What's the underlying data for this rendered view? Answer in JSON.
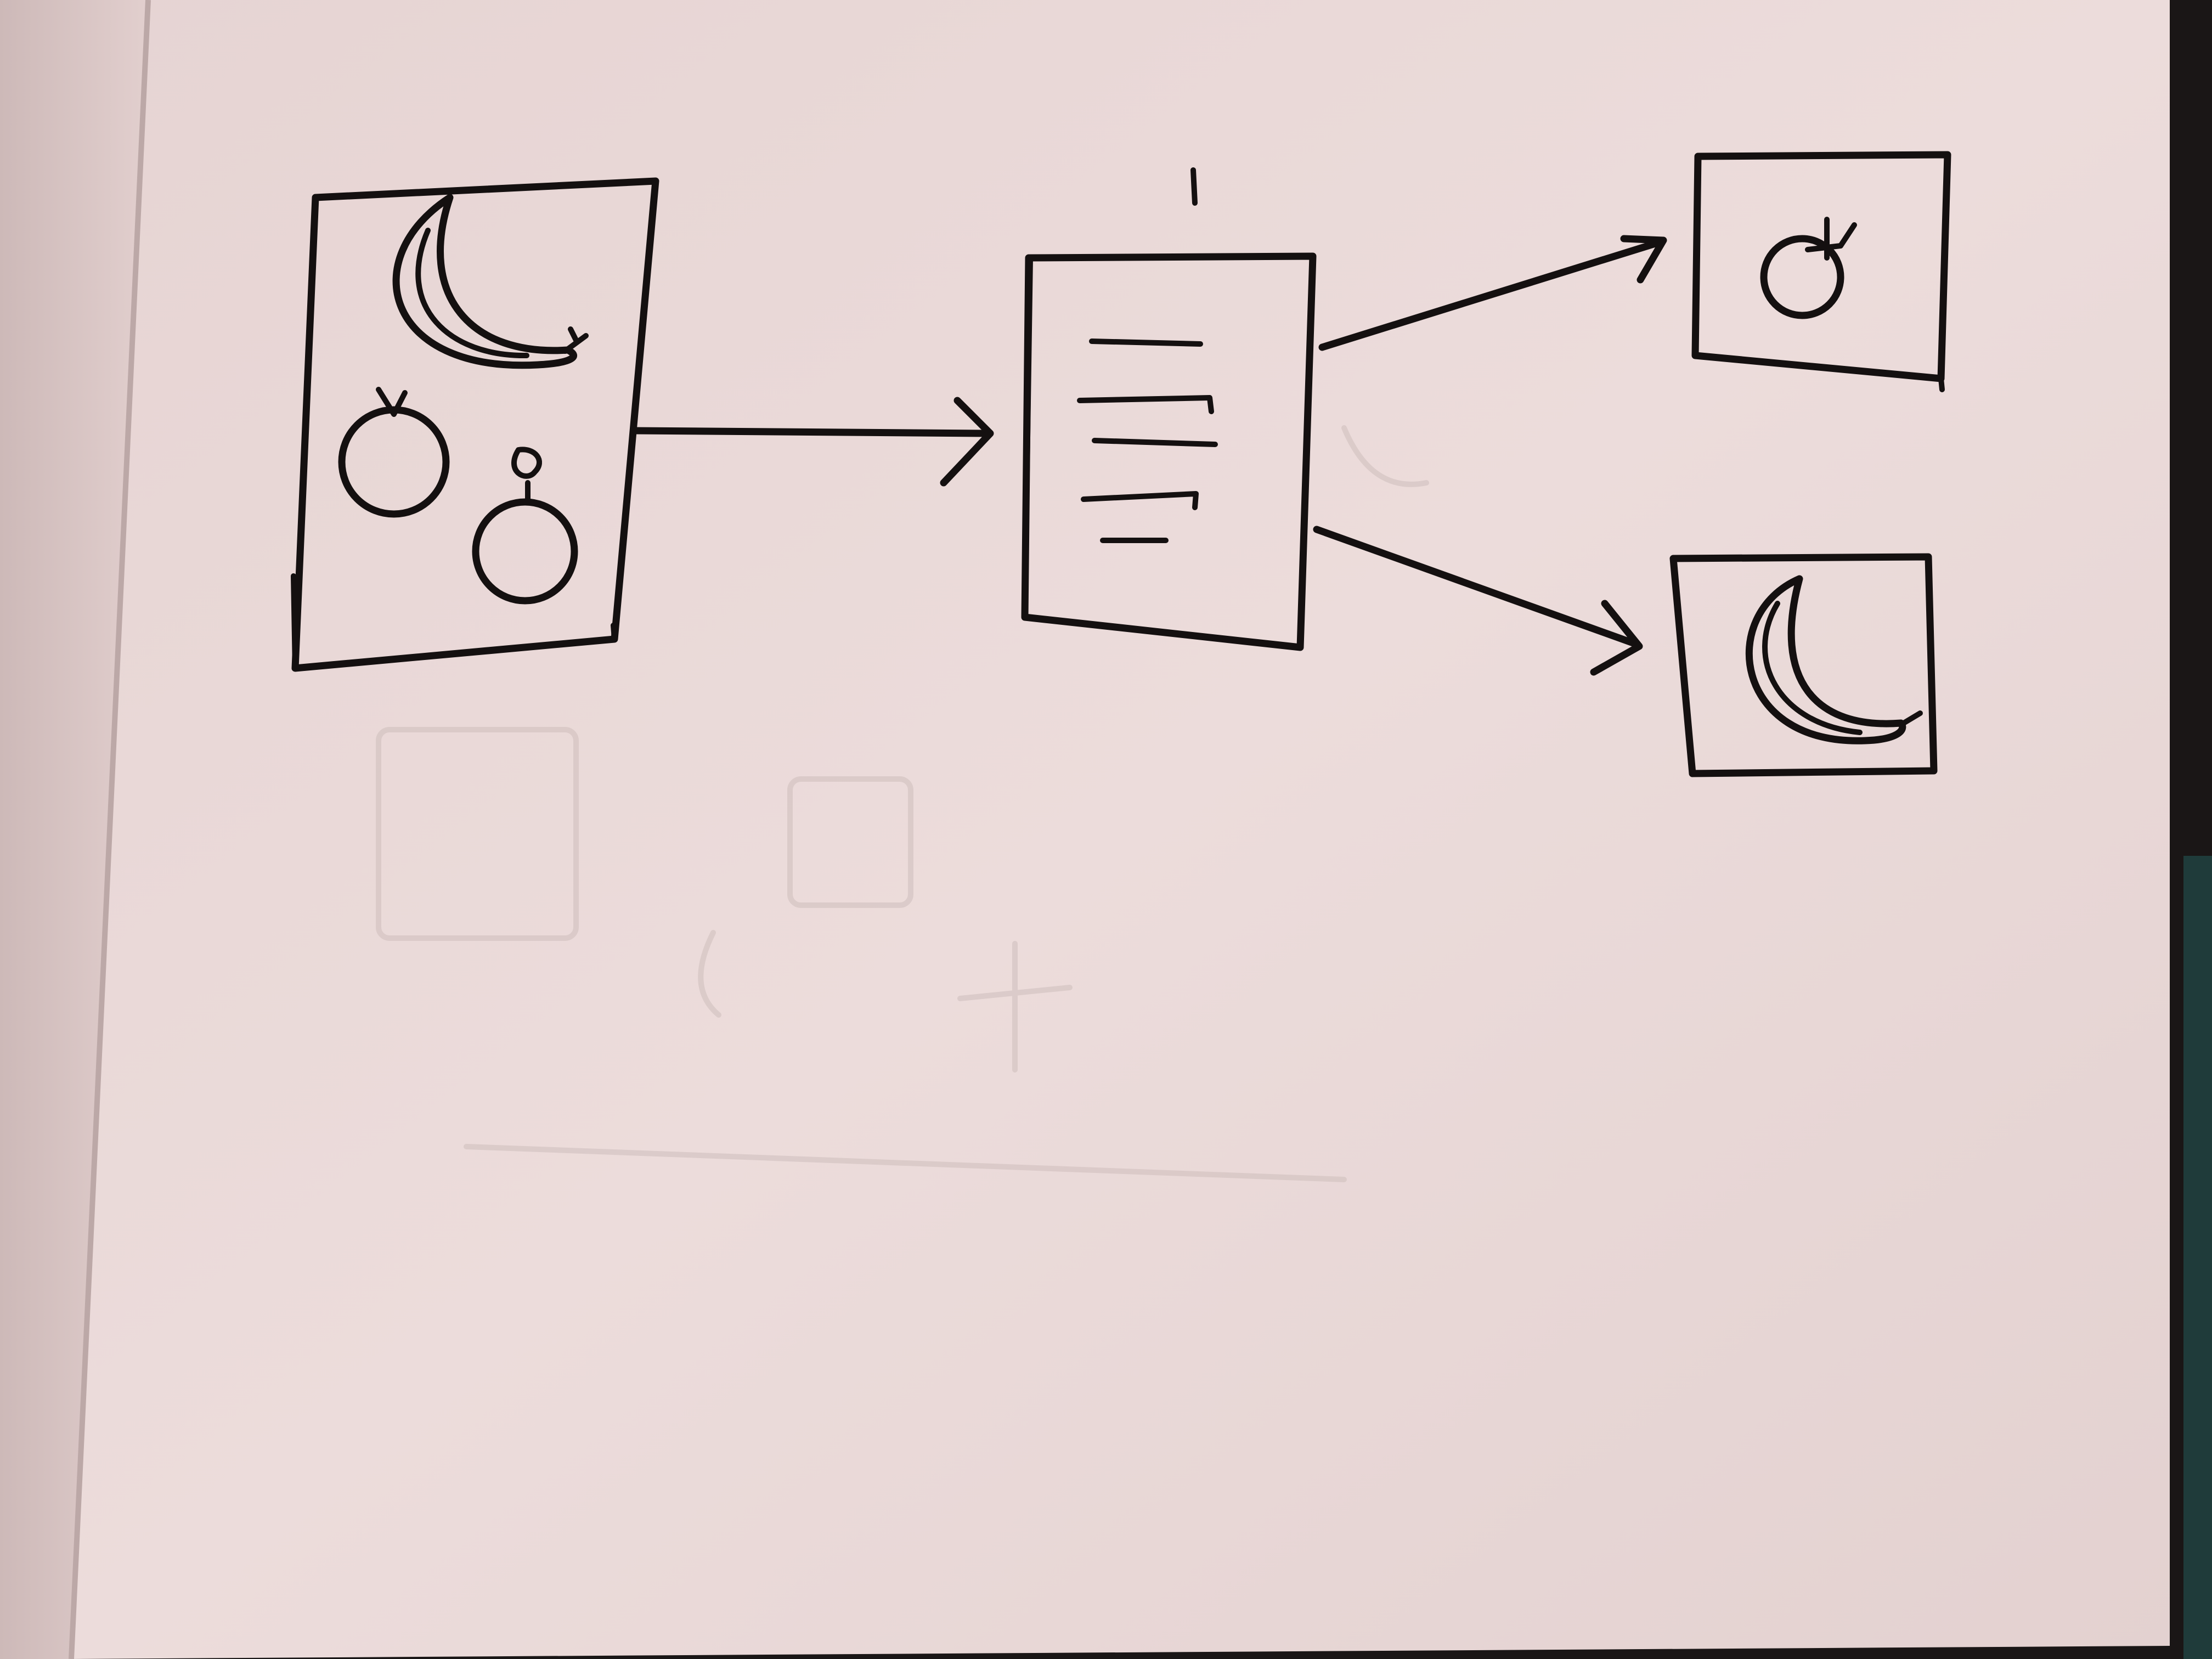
{
  "diagram": {
    "kind": "hand-drawn sketch on paper",
    "colors": {
      "paper": "#ecdcdb",
      "paper_shadow": "#d9c6c5",
      "ink": "#141010",
      "background": "#1a1616"
    },
    "nodes": [
      {
        "id": "input-image",
        "icons": [
          "banana-icon",
          "apple-icon",
          "apple-icon"
        ]
      },
      {
        "id": "document",
        "icons": [
          "text-lines-icon"
        ]
      },
      {
        "id": "output-apple",
        "icons": [
          "apple-icon"
        ]
      },
      {
        "id": "output-banana",
        "icons": [
          "banana-icon"
        ]
      }
    ],
    "edges": [
      {
        "from": "input-image",
        "to": "document"
      },
      {
        "from": "document",
        "to": "output-apple"
      },
      {
        "from": "document",
        "to": "output-banana"
      }
    ]
  }
}
